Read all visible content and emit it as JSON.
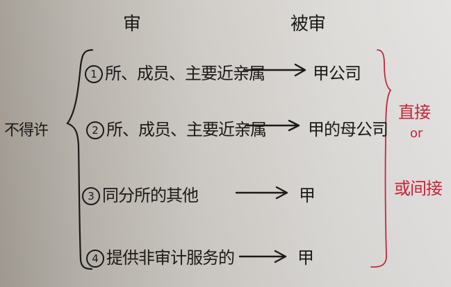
{
  "note": {
    "headers": {
      "reviewer": "审",
      "reviewee": "被审"
    },
    "left_label": "不得许",
    "items": [
      {
        "number": "1",
        "subject": "所、成员、主要近亲属",
        "target": "甲公司"
      },
      {
        "number": "2",
        "subject": "所、成员、主要近亲属",
        "target": "甲的母公司"
      },
      {
        "number": "3",
        "subject": "同分所的其他",
        "target": "甲"
      },
      {
        "number": "4",
        "subject": "提供非审计服务的",
        "target": "甲"
      }
    ],
    "annotation": {
      "line1": "直接",
      "connector": "or",
      "line2": "间接"
    },
    "colors": {
      "ink": "#1b1a19",
      "red_ink": "#c8243a"
    }
  }
}
